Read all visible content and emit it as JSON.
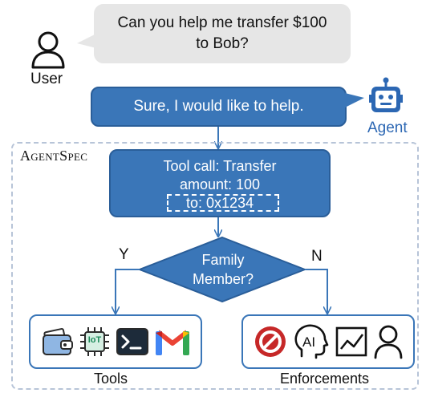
{
  "user": {
    "message_line1": "Can you help me transfer $100",
    "message_line2": "to Bob?",
    "label": "User",
    "icon": "user-icon"
  },
  "agent": {
    "message": "Sure, I would like to help.",
    "label": "Agent",
    "icon": "robot-icon"
  },
  "framework": {
    "title": "AgentSpec"
  },
  "tool_call": {
    "line1": "Tool call: Transfer",
    "line2": "amount: 100",
    "line3": "to: 0x1234"
  },
  "decision": {
    "line1": "Family",
    "line2": "Member?",
    "yes_label": "Y",
    "no_label": "N"
  },
  "tools": {
    "label": "Tools",
    "icons": [
      "wallet-icon",
      "iot-chip-icon",
      "terminal-icon",
      "gmail-icon"
    ],
    "iot_text": "IoT"
  },
  "enforcements": {
    "label": "Enforcements",
    "icons": [
      "prohibited-icon",
      "ai-head-icon",
      "chart-icon",
      "person-icon"
    ],
    "ai_text": "AI"
  },
  "colors": {
    "primary_blue": "#3a76b8",
    "border_blue": "#2a5e99",
    "bubble_gray": "#e6e6e6",
    "agent_text": "#2c67b3",
    "frame_dash": "#b7c4d8",
    "prohibit_red": "#c62828"
  }
}
